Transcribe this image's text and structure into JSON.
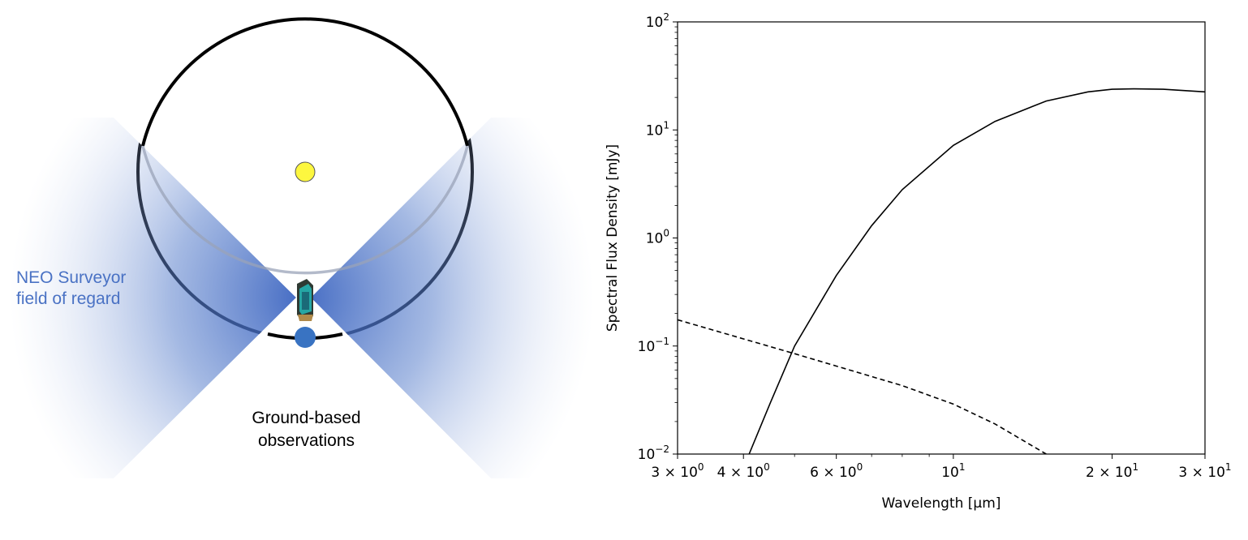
{
  "diagram": {
    "fov_label_line1": "NEO Surveyor",
    "fov_label_line2": "field of regard",
    "ground_label_line1": "Ground-based",
    "ground_label_line2": "observations",
    "colors": {
      "fov_blue": "#4a72c4",
      "sun": "#fdf73f",
      "earth": "#3973c2"
    },
    "icons": [
      "sun-icon",
      "earth-icon",
      "spacecraft-icon"
    ]
  },
  "chart_data": {
    "type": "line",
    "title": "",
    "xlabel": "Wavelength [μm]",
    "ylabel": "Spectral Flux Density [mJy]",
    "xscale": "log",
    "yscale": "log",
    "xlim": [
      3,
      30
    ],
    "ylim": [
      0.01,
      100
    ],
    "xticks": [
      {
        "value": 3,
        "label": "3 × 10^0"
      },
      {
        "value": 4,
        "label": "4 × 10^0"
      },
      {
        "value": 6,
        "label": "6 × 10^0"
      },
      {
        "value": 10,
        "label": "10^1"
      },
      {
        "value": 20,
        "label": "2 × 10^1"
      },
      {
        "value": 30,
        "label": "3 × 10^1"
      }
    ],
    "yticks": [
      {
        "value": 0.01,
        "label": "10^-2"
      },
      {
        "value": 0.1,
        "label": "10^-1"
      },
      {
        "value": 1,
        "label": "10^0"
      },
      {
        "value": 10,
        "label": "10^1"
      },
      {
        "value": 100,
        "label": "10^2"
      }
    ],
    "series": [
      {
        "style": "solid",
        "x": [
          4.1,
          4.5,
          5.0,
          6.0,
          7.0,
          8.0,
          10.0,
          12.0,
          15.0,
          18.0,
          20.0,
          22.0,
          25.0,
          30.0
        ],
        "y": [
          0.01,
          0.03,
          0.1,
          0.45,
          1.3,
          2.8,
          7.2,
          12.0,
          18.5,
          22.5,
          23.8,
          24.0,
          23.8,
          22.5
        ]
      },
      {
        "style": "dashed",
        "x": [
          3.0,
          5.0,
          8.0,
          10.0,
          12.0,
          15.0
        ],
        "y": [
          0.175,
          0.085,
          0.043,
          0.029,
          0.019,
          0.01
        ]
      }
    ],
    "grid": false,
    "colors": {
      "line": "#000000"
    }
  }
}
